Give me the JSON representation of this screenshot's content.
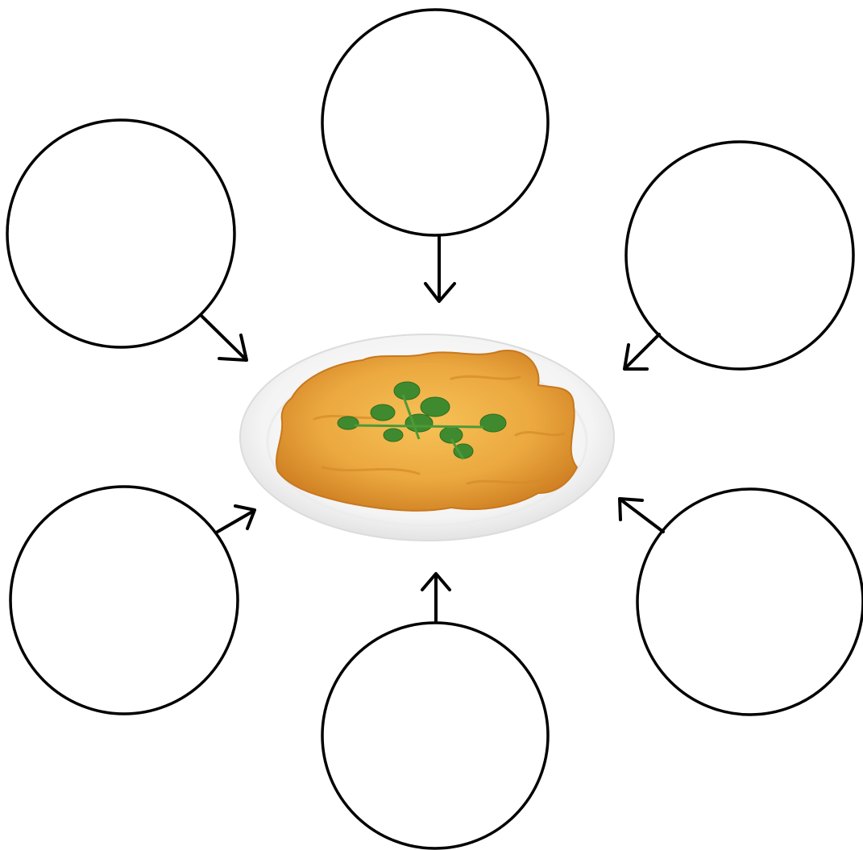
{
  "diagram": {
    "center_image": {
      "icon": "omelette-with-cilantro-on-plate"
    },
    "bubbles": [
      {
        "id": "top",
        "text": ""
      },
      {
        "id": "top-left",
        "text": ""
      },
      {
        "id": "top-right",
        "text": ""
      },
      {
        "id": "bottom-left",
        "text": ""
      },
      {
        "id": "bottom",
        "text": ""
      },
      {
        "id": "bottom-right",
        "text": ""
      }
    ],
    "colors": {
      "line": "#000000",
      "background": "#ffffff",
      "plate": "#f2f2f2",
      "omelette": "#e8a53a",
      "omelette_dark": "#c8781e",
      "cilantro": "#3f8a2e"
    }
  }
}
